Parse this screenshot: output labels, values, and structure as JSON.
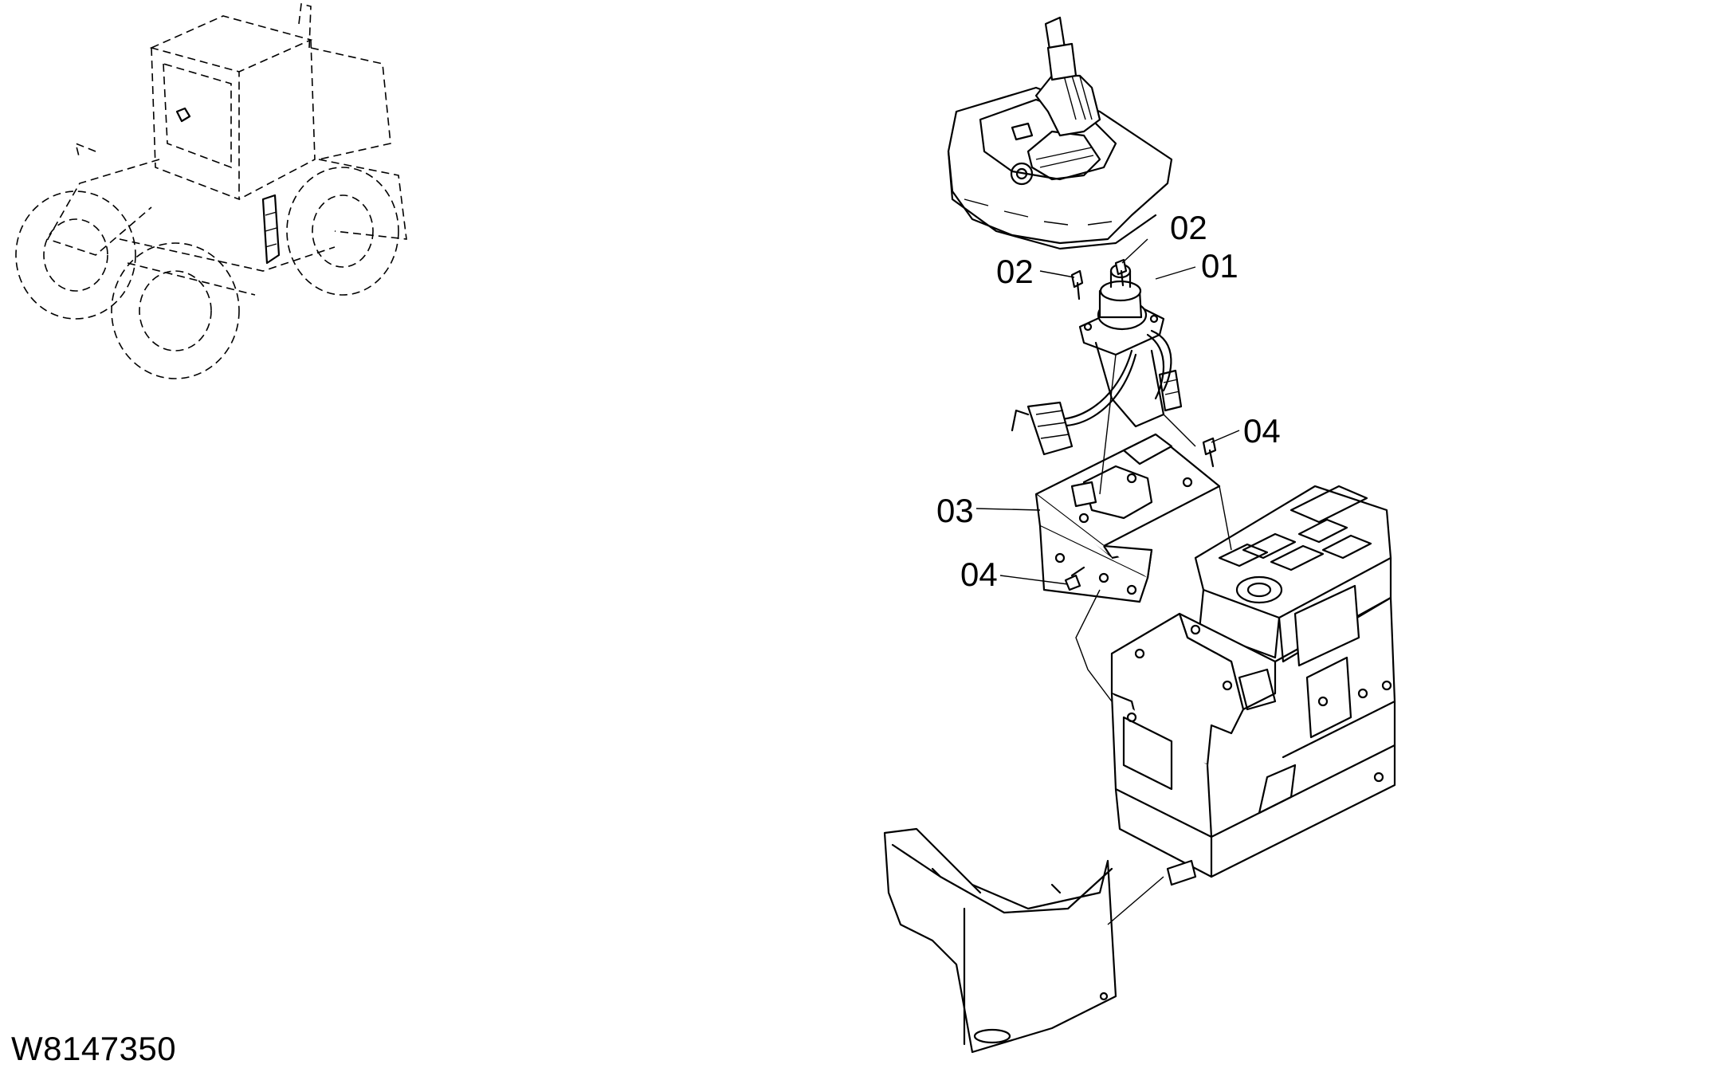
{
  "drawing": {
    "code": "W8147350"
  },
  "callouts": [
    {
      "id": "c1",
      "label": "02"
    },
    {
      "id": "c2",
      "label": "02"
    },
    {
      "id": "c3",
      "label": "01"
    },
    {
      "id": "c4",
      "label": "04"
    },
    {
      "id": "c5",
      "label": "03"
    },
    {
      "id": "c6",
      "label": "04"
    }
  ]
}
